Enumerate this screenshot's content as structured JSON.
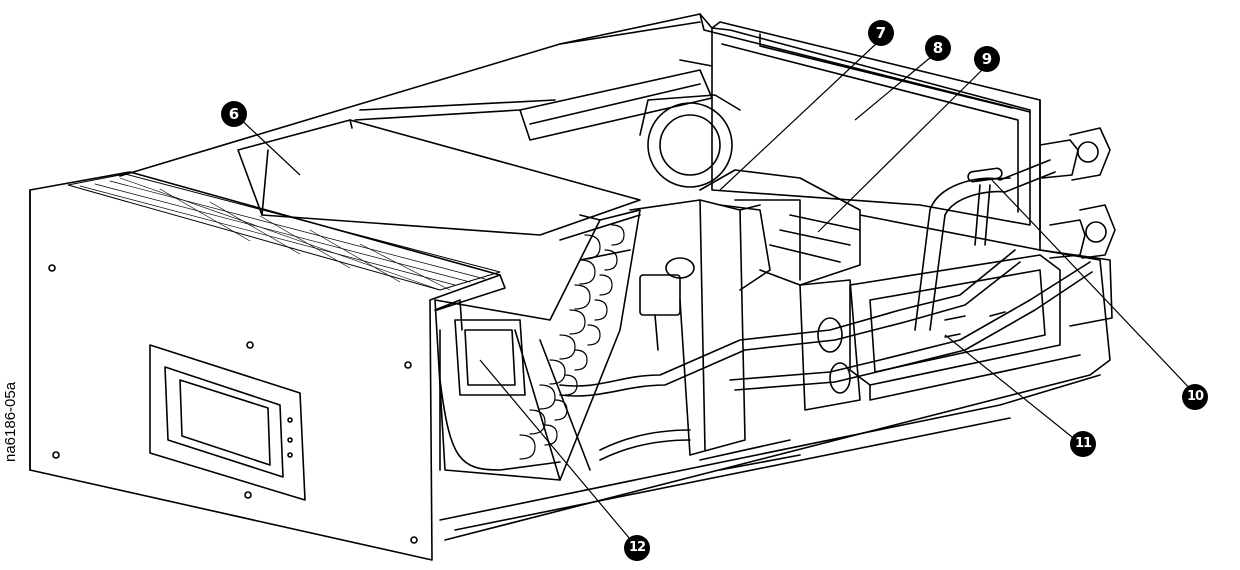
{
  "drawing_id": "na6186-05a",
  "callouts": {
    "c6": "6",
    "c7": "7",
    "c8": "8",
    "c9": "9",
    "c10": "10",
    "c11": "11",
    "c12": "12"
  },
  "colors": {
    "line": "#000000",
    "paper": "#ffffff",
    "callout_fill": "#000000",
    "callout_text": "#ffffff"
  }
}
